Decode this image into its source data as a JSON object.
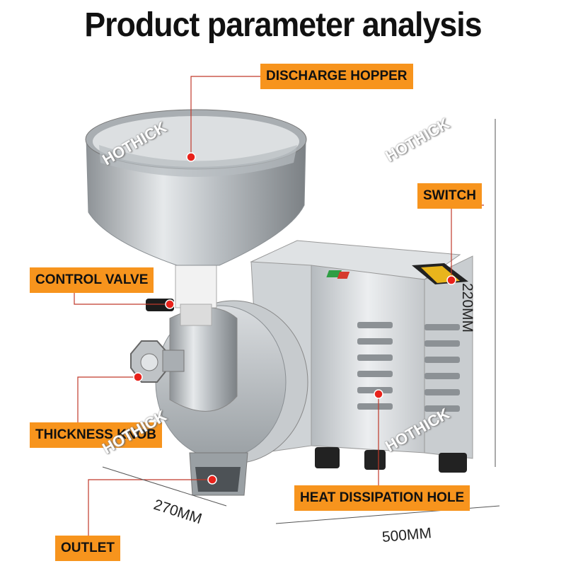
{
  "title": "Product parameter analysis",
  "labels": {
    "discharge_hopper": "DISCHARGE HOPPER",
    "switch": "SWITCH",
    "control_valve": "CONTROL VALVE",
    "thickness_knob": "THICKNESS KNOB",
    "heat_dissipation_hole": "HEAT DISSIPATION HOLE",
    "outlet": "OUTLET"
  },
  "dimensions": {
    "height": "220MM",
    "depth": "270MM",
    "width": "500MM"
  },
  "watermark": "HOTHICK",
  "colors": {
    "label_bg": "#f7941d",
    "marker": "#e8221b",
    "leader": "#c0392b"
  }
}
